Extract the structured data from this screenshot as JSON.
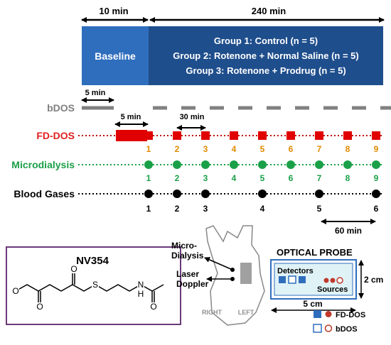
{
  "colors": {
    "baseline_box": "#2f6ebd",
    "groups_box": "#1f4e8c",
    "bdos": "#808080",
    "fddos_text": "#e02020",
    "fddos_mark": "#e00000",
    "fddos_num": "#e08a00",
    "micro_text": "#1aa048",
    "micro_mark": "#1aa048",
    "blood": "#000000",
    "probe_border": "#2f6ebd",
    "probe_fill": "#dff3f7",
    "square_blue": "#2f6ebd",
    "circle_red": "#c0392b"
  },
  "timeline": {
    "baseline_duration": "10 min",
    "total_duration": "240 min",
    "baseline_label": "Baseline",
    "groups": [
      "Group 1: Control (n = 5)",
      "Group 2: Rotenone + Normal Saline (n = 5)",
      "Group 3: Rotenone + Prodrug (n = 5)"
    ],
    "bdos_interval": "5 min",
    "fddos_duration": "5 min",
    "fddos_interval": "30 min",
    "blood_interval": "60 min"
  },
  "rows": {
    "bdos": "bDOS",
    "fddos": "FD-DOS",
    "micro": "Microdialysis",
    "blood": "Blood Gases"
  },
  "fddos_numbers": [
    "1",
    "2",
    "3",
    "4",
    "5",
    "6",
    "7",
    "8",
    "9"
  ],
  "micro_numbers": [
    "1",
    "2",
    "3",
    "4",
    "5",
    "6",
    "7",
    "8",
    "9"
  ],
  "blood_numbers": [
    "1",
    "2",
    "3",
    "4",
    "5",
    "6"
  ],
  "molecule": {
    "name": "NV354"
  },
  "probe": {
    "title": "OPTICAL PROBE",
    "detectors": "Detectors",
    "sources": "Sources",
    "width": "5 cm",
    "height": "2 cm",
    "microdialysis_line1": "Micro-",
    "microdialysis_line2": "Dialysis",
    "laser_line1": "Laser",
    "laser_line2": "Doppler",
    "right": "RIGHT",
    "left": "LEFT",
    "legend_fd": "FD-DOS",
    "legend_bdos": "bDOS"
  }
}
